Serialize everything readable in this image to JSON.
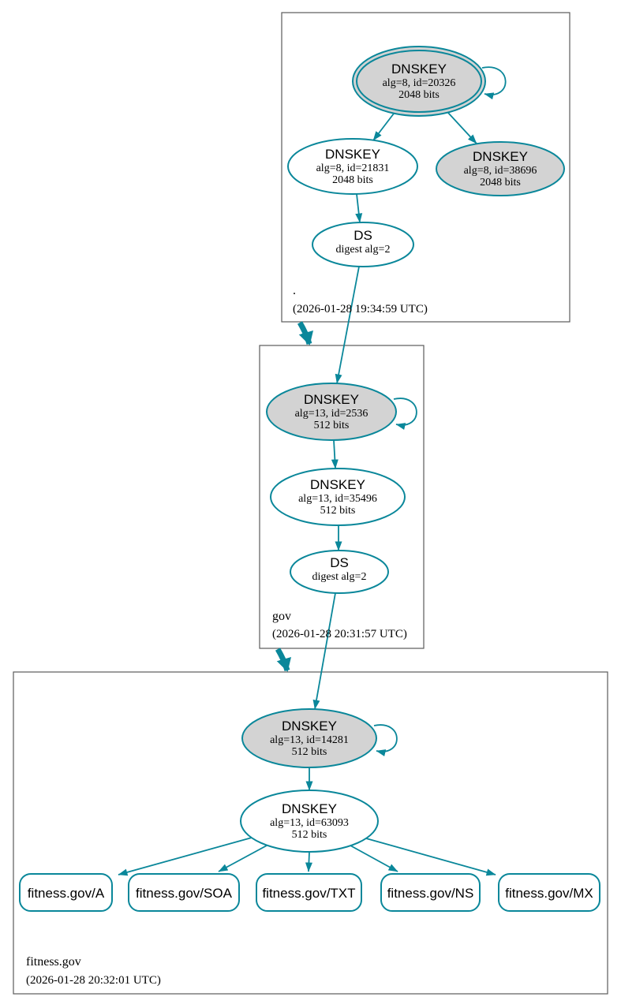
{
  "diagram": {
    "kind": "dnssec-authentication-chain",
    "colors": {
      "secure_teal": "#0a879a",
      "ksk_fill": "#d3d3d3",
      "node_fill": "#ffffff",
      "zone_border": "#5b5b5b",
      "text": "#000000"
    }
  },
  "zones": [
    {
      "name": ".",
      "timestamp": "(2026-01-28 19:34:59 UTC)",
      "nodes": [
        {
          "title": "DNSKEY",
          "detail1": "alg=8, id=20326",
          "detail2": "2048 bits"
        },
        {
          "title": "DNSKEY",
          "detail1": "alg=8, id=21831",
          "detail2": "2048 bits"
        },
        {
          "title": "DNSKEY",
          "detail1": "alg=8, id=38696",
          "detail2": "2048 bits"
        },
        {
          "title": "DS",
          "detail1": "digest alg=2"
        }
      ]
    },
    {
      "name": "gov",
      "timestamp": "(2026-01-28 20:31:57 UTC)",
      "nodes": [
        {
          "title": "DNSKEY",
          "detail1": "alg=13, id=2536",
          "detail2": "512 bits"
        },
        {
          "title": "DNSKEY",
          "detail1": "alg=13, id=35496",
          "detail2": "512 bits"
        },
        {
          "title": "DS",
          "detail1": "digest alg=2"
        }
      ]
    },
    {
      "name": "fitness.gov",
      "timestamp": "(2026-01-28 20:32:01 UTC)",
      "nodes": [
        {
          "title": "DNSKEY",
          "detail1": "alg=13, id=14281",
          "detail2": "512 bits"
        },
        {
          "title": "DNSKEY",
          "detail1": "alg=13, id=63093",
          "detail2": "512 bits"
        }
      ],
      "rrsets": [
        "fitness.gov/A",
        "fitness.gov/SOA",
        "fitness.gov/TXT",
        "fitness.gov/NS",
        "fitness.gov/MX"
      ]
    }
  ]
}
